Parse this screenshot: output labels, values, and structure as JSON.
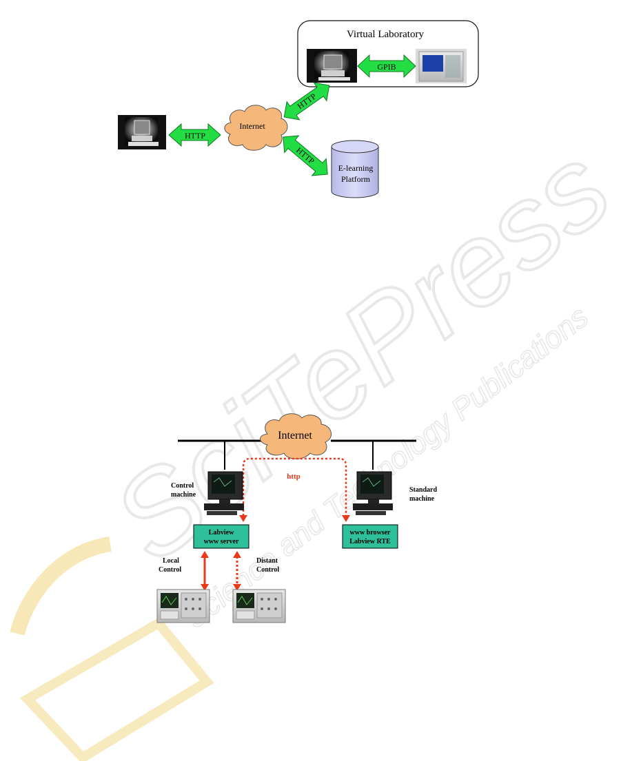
{
  "figure1": {
    "virtual_lab_title": "Virtual Laboratory",
    "gpib_label": "GPIB",
    "http_label_left": "HTTP",
    "http_label_upper": "HTTP",
    "http_label_lower": "HTTP",
    "internet_label": "Internet",
    "elearning_line1": "E-learning",
    "elearning_line2": "Platform"
  },
  "figure2": {
    "internet_label": "Internet",
    "http_label": "http",
    "control_machine_line1": "Control",
    "control_machine_line2": "machine",
    "standard_machine_line1": "Standard",
    "standard_machine_line2": "machine",
    "labview_server_line1": "Labview",
    "labview_server_line2": "www server",
    "browser_line1": "www browser",
    "browser_line2": "Labview RTE",
    "local_control_line1": "Local",
    "local_control_line2": "Control",
    "distant_control_line1": "Distant",
    "distant_control_line2": "Control"
  },
  "watermark": {
    "main": "SciTePress",
    "sub": "Science and Technology Publications"
  },
  "colors": {
    "arrow_green": "#22dd44",
    "cloud_orange": "#f5b87a",
    "box_teal": "#2ec09a",
    "arrow_red": "#e83a1a",
    "cylinder_lavender": "#c8c8f0"
  }
}
